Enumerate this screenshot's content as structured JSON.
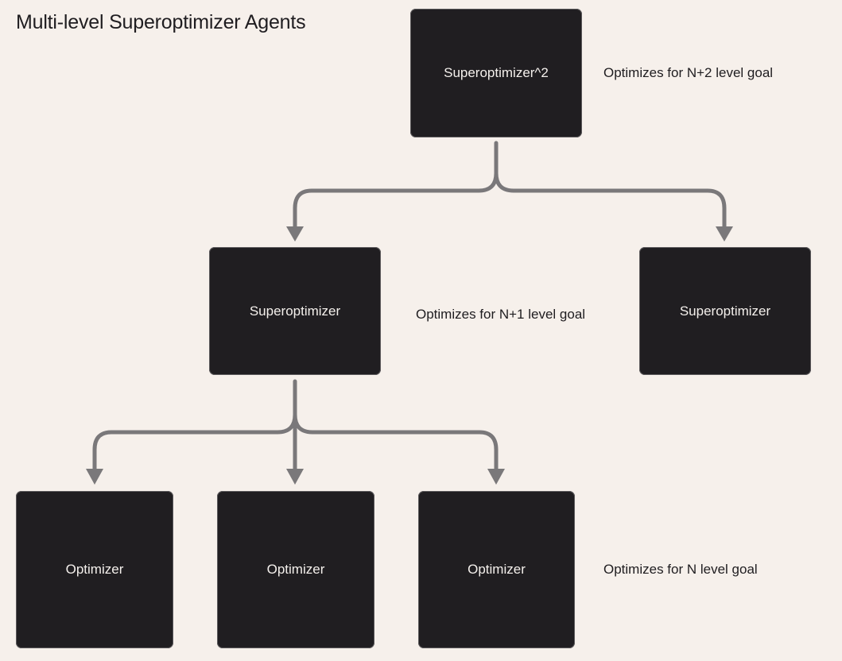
{
  "title": "Multi-level Superoptimizer Agents",
  "colors": {
    "background": "#f6f0eb",
    "node_fill": "#201e21",
    "node_text": "#f4f0ec",
    "connector": "#7a787a",
    "text": "#1f1d20"
  },
  "nodes": {
    "top": {
      "label": "Superoptimizer^2"
    },
    "mid_left": {
      "label": "Superoptimizer"
    },
    "mid_right": {
      "label": "Superoptimizer"
    },
    "bottom_1": {
      "label": "Optimizer"
    },
    "bottom_2": {
      "label": "Optimizer"
    },
    "bottom_3": {
      "label": "Optimizer"
    }
  },
  "edges": [
    {
      "from": "top",
      "to": "mid_left"
    },
    {
      "from": "top",
      "to": "mid_right"
    },
    {
      "from": "mid_left",
      "to": "bottom_1"
    },
    {
      "from": "mid_left",
      "to": "bottom_2"
    },
    {
      "from": "mid_left",
      "to": "bottom_3"
    }
  ],
  "annotations": {
    "level_n2": "Optimizes for N+2 level goal",
    "level_n1": "Optimizes for N+1 level goal",
    "level_n": "Optimizes for N level goal"
  }
}
